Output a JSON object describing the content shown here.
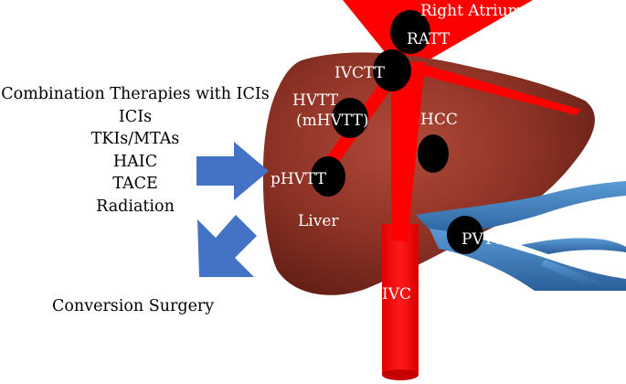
{
  "therapies": [
    "Combination Therapies with ICIs",
    "ICIs",
    "TKIs/MTAs",
    "HAIC",
    "TACE",
    "Radiation"
  ],
  "outcome": "Conversion Surgery",
  "structures": {
    "right_atrium": "Right Atrium",
    "liver": "Liver",
    "ivc": "IVC"
  },
  "tumors": {
    "ratt": "RATT",
    "ivctt": "IVCTT",
    "hvtt_1": "HVTT",
    "hvtt_2": "(mHVTT)",
    "hcc": "HCC",
    "phvtt": "pHVTT",
    "pvtt": "PVTT"
  },
  "colors": {
    "vessel_red": "#ff0000",
    "liver": "#8b2e22",
    "portal_vein": "#3a80c4",
    "arrow_blue": "#4472c4",
    "tumor": "#000000"
  }
}
